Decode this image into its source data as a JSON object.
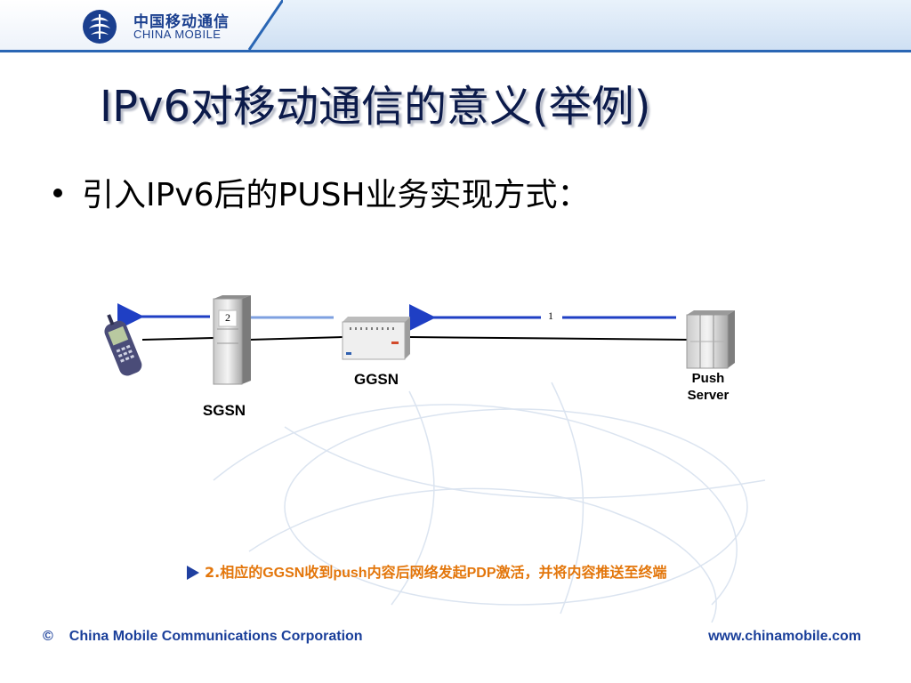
{
  "header": {
    "logo_cn": "中国移动通信",
    "logo_en": "CHINA MOBILE"
  },
  "title": "IPv6对移动通信的意义(举例)",
  "bullet": "引入IPv6后的PUSH业务实现方式：",
  "diagram": {
    "nodes": {
      "sgsn": "SGSN",
      "ggsn": "GGSN",
      "push_server_line1": "Push",
      "push_server_line2": "Server"
    },
    "step1": "1",
    "step2": "2"
  },
  "caption": {
    "prefix": "2.相应的",
    "ggsn": "GGSN",
    "mid": "收到",
    "push": "push",
    "mid2": "内容后网络发起",
    "pdp": "PDP",
    "suffix": "激活，并将内容推送至终端"
  },
  "footer": {
    "copyright": "©",
    "company": "China Mobile Communications Corporation",
    "url": "www.chinamobile.com"
  },
  "colors": {
    "brand_blue": "#1a3f9a",
    "arrow_blue": "#1f3fc4",
    "caption_orange": "#e3760b"
  }
}
